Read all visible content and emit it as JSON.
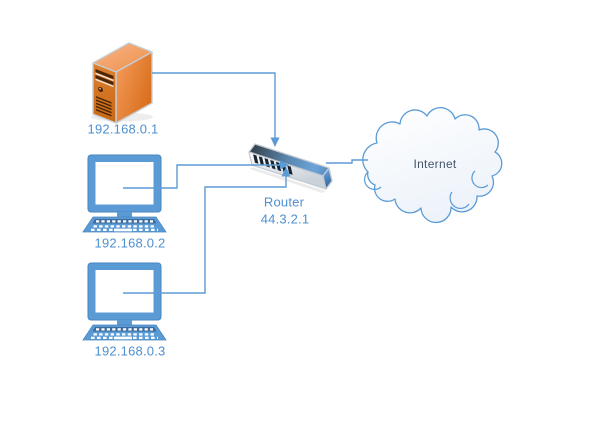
{
  "diagram": {
    "type": "network-topology",
    "nodes": {
      "server": {
        "kind": "server",
        "label": "192.168.0.1"
      },
      "pc1": {
        "kind": "desktop",
        "label": "192.168.0.2"
      },
      "pc2": {
        "kind": "desktop",
        "label": "192.168.0.3"
      },
      "router": {
        "kind": "router",
        "label": "Router",
        "ip": "44.3.2.1"
      },
      "internet": {
        "kind": "cloud",
        "label": "Internet"
      }
    },
    "edges": [
      {
        "from": "server",
        "to": "router",
        "arrowhead": "down"
      },
      {
        "from": "pc1",
        "to": "router",
        "arrowhead": "right"
      },
      {
        "from": "pc2",
        "to": "router",
        "arrowhead": "up"
      },
      {
        "from": "router",
        "to": "internet",
        "arrowhead": "none"
      }
    ],
    "colors": {
      "device_blue": "#5b9bd5",
      "server_orange": "#e8822f",
      "connector_blue": "#5f9bd5",
      "label_blue": "#4e90d0",
      "internet_text": "#44546a",
      "background": "#ffffff"
    }
  }
}
